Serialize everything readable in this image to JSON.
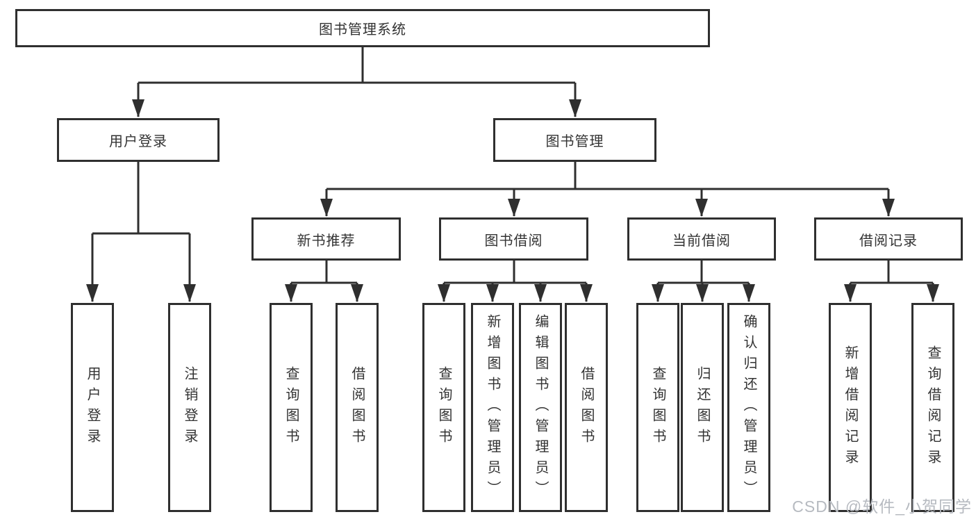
{
  "diagram": {
    "tree": {
      "label": "图书管理系统",
      "children": [
        {
          "label": "用户登录",
          "children": [
            {
              "label": "用户登录"
            },
            {
              "label": "注销登录"
            }
          ]
        },
        {
          "label": "图书管理",
          "children": [
            {
              "label": "新书推荐",
              "children": [
                {
                  "label": "查询图书"
                },
                {
                  "label": "借阅图书"
                }
              ]
            },
            {
              "label": "图书借阅",
              "children": [
                {
                  "label": "查询图书"
                },
                {
                  "label": "新增图书（管理员）"
                },
                {
                  "label": "编辑图书（管理员）"
                },
                {
                  "label": "借阅图书"
                }
              ]
            },
            {
              "label": "当前借阅",
              "children": [
                {
                  "label": "查询图书"
                },
                {
                  "label": "归还图书"
                },
                {
                  "label": "确认归还（管理员）"
                }
              ]
            },
            {
              "label": "借阅记录",
              "children": [
                {
                  "label": "新增借阅记录"
                },
                {
                  "label": "查询借阅记录"
                }
              ]
            }
          ]
        }
      ]
    },
    "watermark": "CSDN @软件_小贺同学",
    "colors": {
      "line": "#2f2f2f",
      "text": "#333333",
      "watermark": "#b6bac0",
      "background": "#ffffff"
    }
  }
}
